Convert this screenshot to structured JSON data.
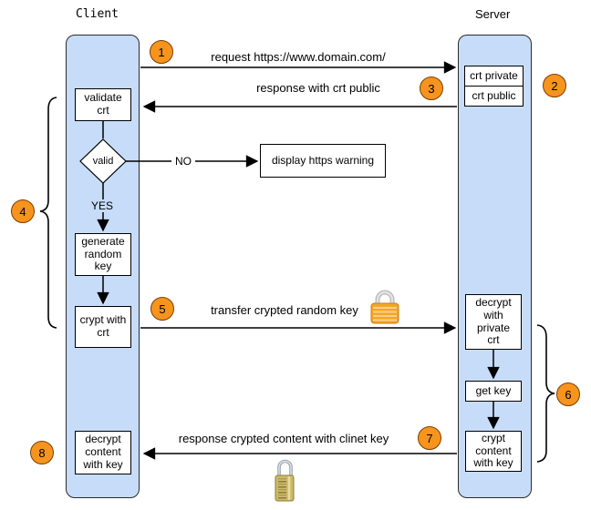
{
  "header": {
    "client_label": "Client",
    "server_label": "Server"
  },
  "arrows": {
    "request": {
      "badge": "1",
      "label": "request https://www.domain.com/"
    },
    "response_public": {
      "badge": "3",
      "label": "response with crt public"
    },
    "transfer_key": {
      "badge": "5",
      "label": "transfer crypted random key"
    },
    "response_content": {
      "badge": "7",
      "label": "response crypted content with clinet key"
    }
  },
  "badges": {
    "server_certs": "2",
    "client_validation": "4",
    "server_process": "6",
    "client_decrypt": "8"
  },
  "client_nodes": {
    "validate": "validate\ncrt",
    "decision": "valid",
    "branch_no": "NO",
    "branch_yes": "YES",
    "warning": "display https warning",
    "generate": "generate\nrandom\nkey",
    "crypt": "crypt with\ncrt",
    "decrypt": "decrypt\ncontent\nwith key"
  },
  "server_nodes": {
    "crt_private": "crt private",
    "crt_public": "crt public",
    "decrypt": "decrypt\nwith\nprivate\ncrt",
    "get_key": "get key",
    "crypt": "crypt\ncontent\nwith key"
  },
  "icons": {
    "transfer_lock": "closed-padlock-icon",
    "content_lock": "combination-padlock-icon"
  },
  "colors": {
    "lane_fill": "#C7DCF8",
    "lane_border": "#2b2b2b",
    "badge_fill": "#F7941E",
    "badge_border": "#7B3F00",
    "lock_gold": "#F5A623",
    "lock_brass": "#CDB96A"
  }
}
